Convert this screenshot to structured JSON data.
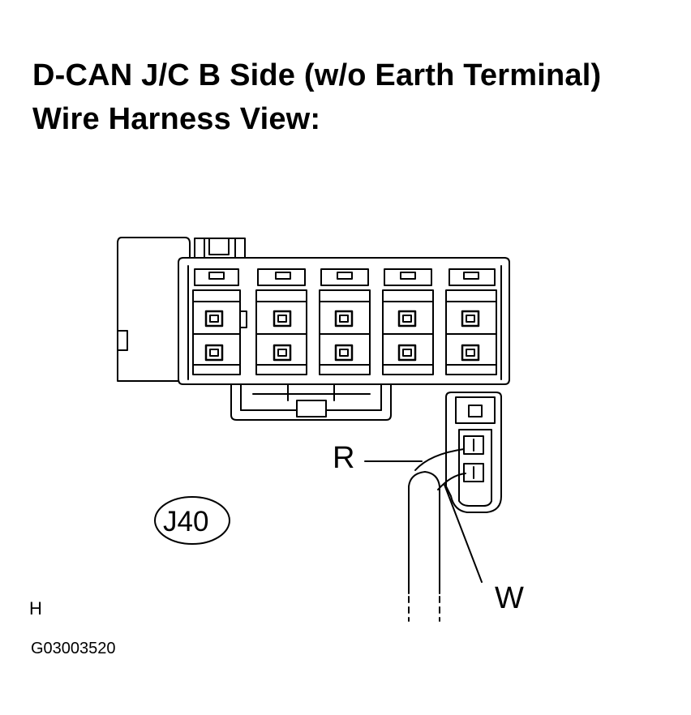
{
  "title_line1": "D-CAN  J/C B Side (w/o Earth Terminal)",
  "title_line2": "Wire Harness View:",
  "connector_id": "J40",
  "wire_labels": {
    "r": "R",
    "w": "W"
  },
  "corner_mark": "H",
  "figure_code": "G03003520",
  "colors": {
    "line": "#000000",
    "background": "#ffffff"
  }
}
